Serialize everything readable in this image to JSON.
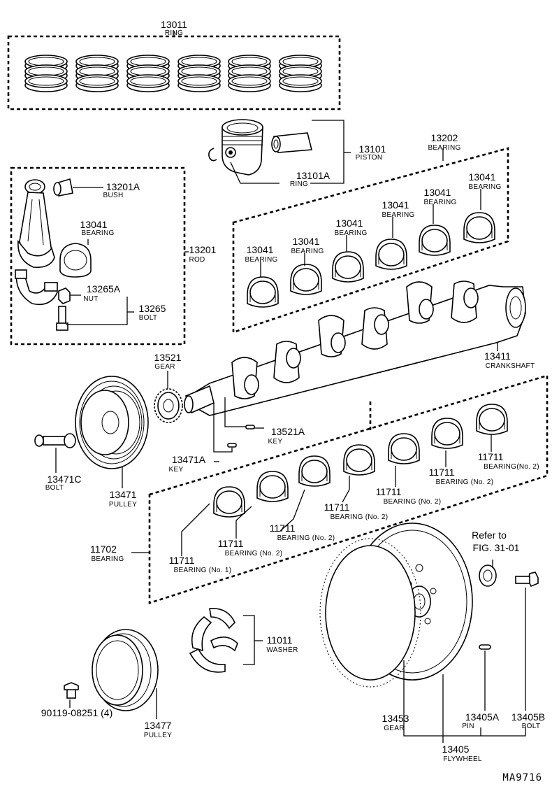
{
  "diagram": {
    "code": "MA9716",
    "callouts": [
      {
        "id": "c13011",
        "number": "13011",
        "name": "RING"
      },
      {
        "id": "c13101",
        "number": "13101",
        "name": "PISTON"
      },
      {
        "id": "c13101a",
        "number": "13101A",
        "name": "RING"
      },
      {
        "id": "c13202",
        "number": "13202",
        "name": "BEARING"
      },
      {
        "id": "c13201a",
        "number": "13201A",
        "name": "BUSH"
      },
      {
        "id": "c13041rod",
        "number": "13041",
        "name": "BEARING"
      },
      {
        "id": "c13201",
        "number": "13201",
        "name": "ROD"
      },
      {
        "id": "c13265a",
        "number": "13265A",
        "name": "NUT"
      },
      {
        "id": "c13265",
        "number": "13265",
        "name": "BOLT"
      },
      {
        "id": "c13041a",
        "number": "13041",
        "name": "BEARING"
      },
      {
        "id": "c13041b",
        "number": "13041",
        "name": "BEARING"
      },
      {
        "id": "c13041c",
        "number": "13041",
        "name": "BEARING"
      },
      {
        "id": "c13041d",
        "number": "13041",
        "name": "BEARING"
      },
      {
        "id": "c13041e",
        "number": "13041",
        "name": "BEARING"
      },
      {
        "id": "c13041f",
        "number": "13041",
        "name": "BEARING"
      },
      {
        "id": "c13411",
        "number": "13411",
        "name": "CRANKSHAFT"
      },
      {
        "id": "c13521",
        "number": "13521",
        "name": "GEAR"
      },
      {
        "id": "c13521a",
        "number": "13521A",
        "name": "KEY"
      },
      {
        "id": "c13471a",
        "number": "13471A",
        "name": "KEY"
      },
      {
        "id": "c13471c",
        "number": "13471C",
        "name": "BOLT"
      },
      {
        "id": "c13471",
        "number": "13471",
        "name": "PULLEY"
      },
      {
        "id": "c11702",
        "number": "11702",
        "name": "BEARING"
      },
      {
        "id": "c11711n1",
        "number": "11711",
        "name": "BEARING (No. 1)"
      },
      {
        "id": "c11711a",
        "number": "11711",
        "name": "BEARING (No. 2)"
      },
      {
        "id": "c11711b",
        "number": "11711",
        "name": "BEARING (No. 2)"
      },
      {
        "id": "c11711c",
        "number": "11711",
        "name": "BEARING (No. 2)"
      },
      {
        "id": "c11711d",
        "number": "11711",
        "name": "BEARING (No. 2)"
      },
      {
        "id": "c11711e",
        "number": "11711",
        "name": "BEARING (No. 2)"
      },
      {
        "id": "c11711f",
        "number": "11711",
        "name": "BEARING(No. 2)"
      },
      {
        "id": "c11011",
        "number": "11011",
        "name": "WASHER"
      },
      {
        "id": "c90119",
        "number": "90119-08251 (4)",
        "name": ""
      },
      {
        "id": "c13477",
        "number": "13477",
        "name": "PULLEY"
      },
      {
        "id": "c13453",
        "number": "13453",
        "name": "GEAR"
      },
      {
        "id": "c13405a",
        "number": "13405A",
        "name": "PIN"
      },
      {
        "id": "c13405b",
        "number": "13405B",
        "name": "BOLT"
      },
      {
        "id": "c13405",
        "number": "13405",
        "name": "FLYWHEEL"
      }
    ],
    "reference": {
      "line1": "Refer to",
      "line2": "FIG. 31-01"
    }
  }
}
